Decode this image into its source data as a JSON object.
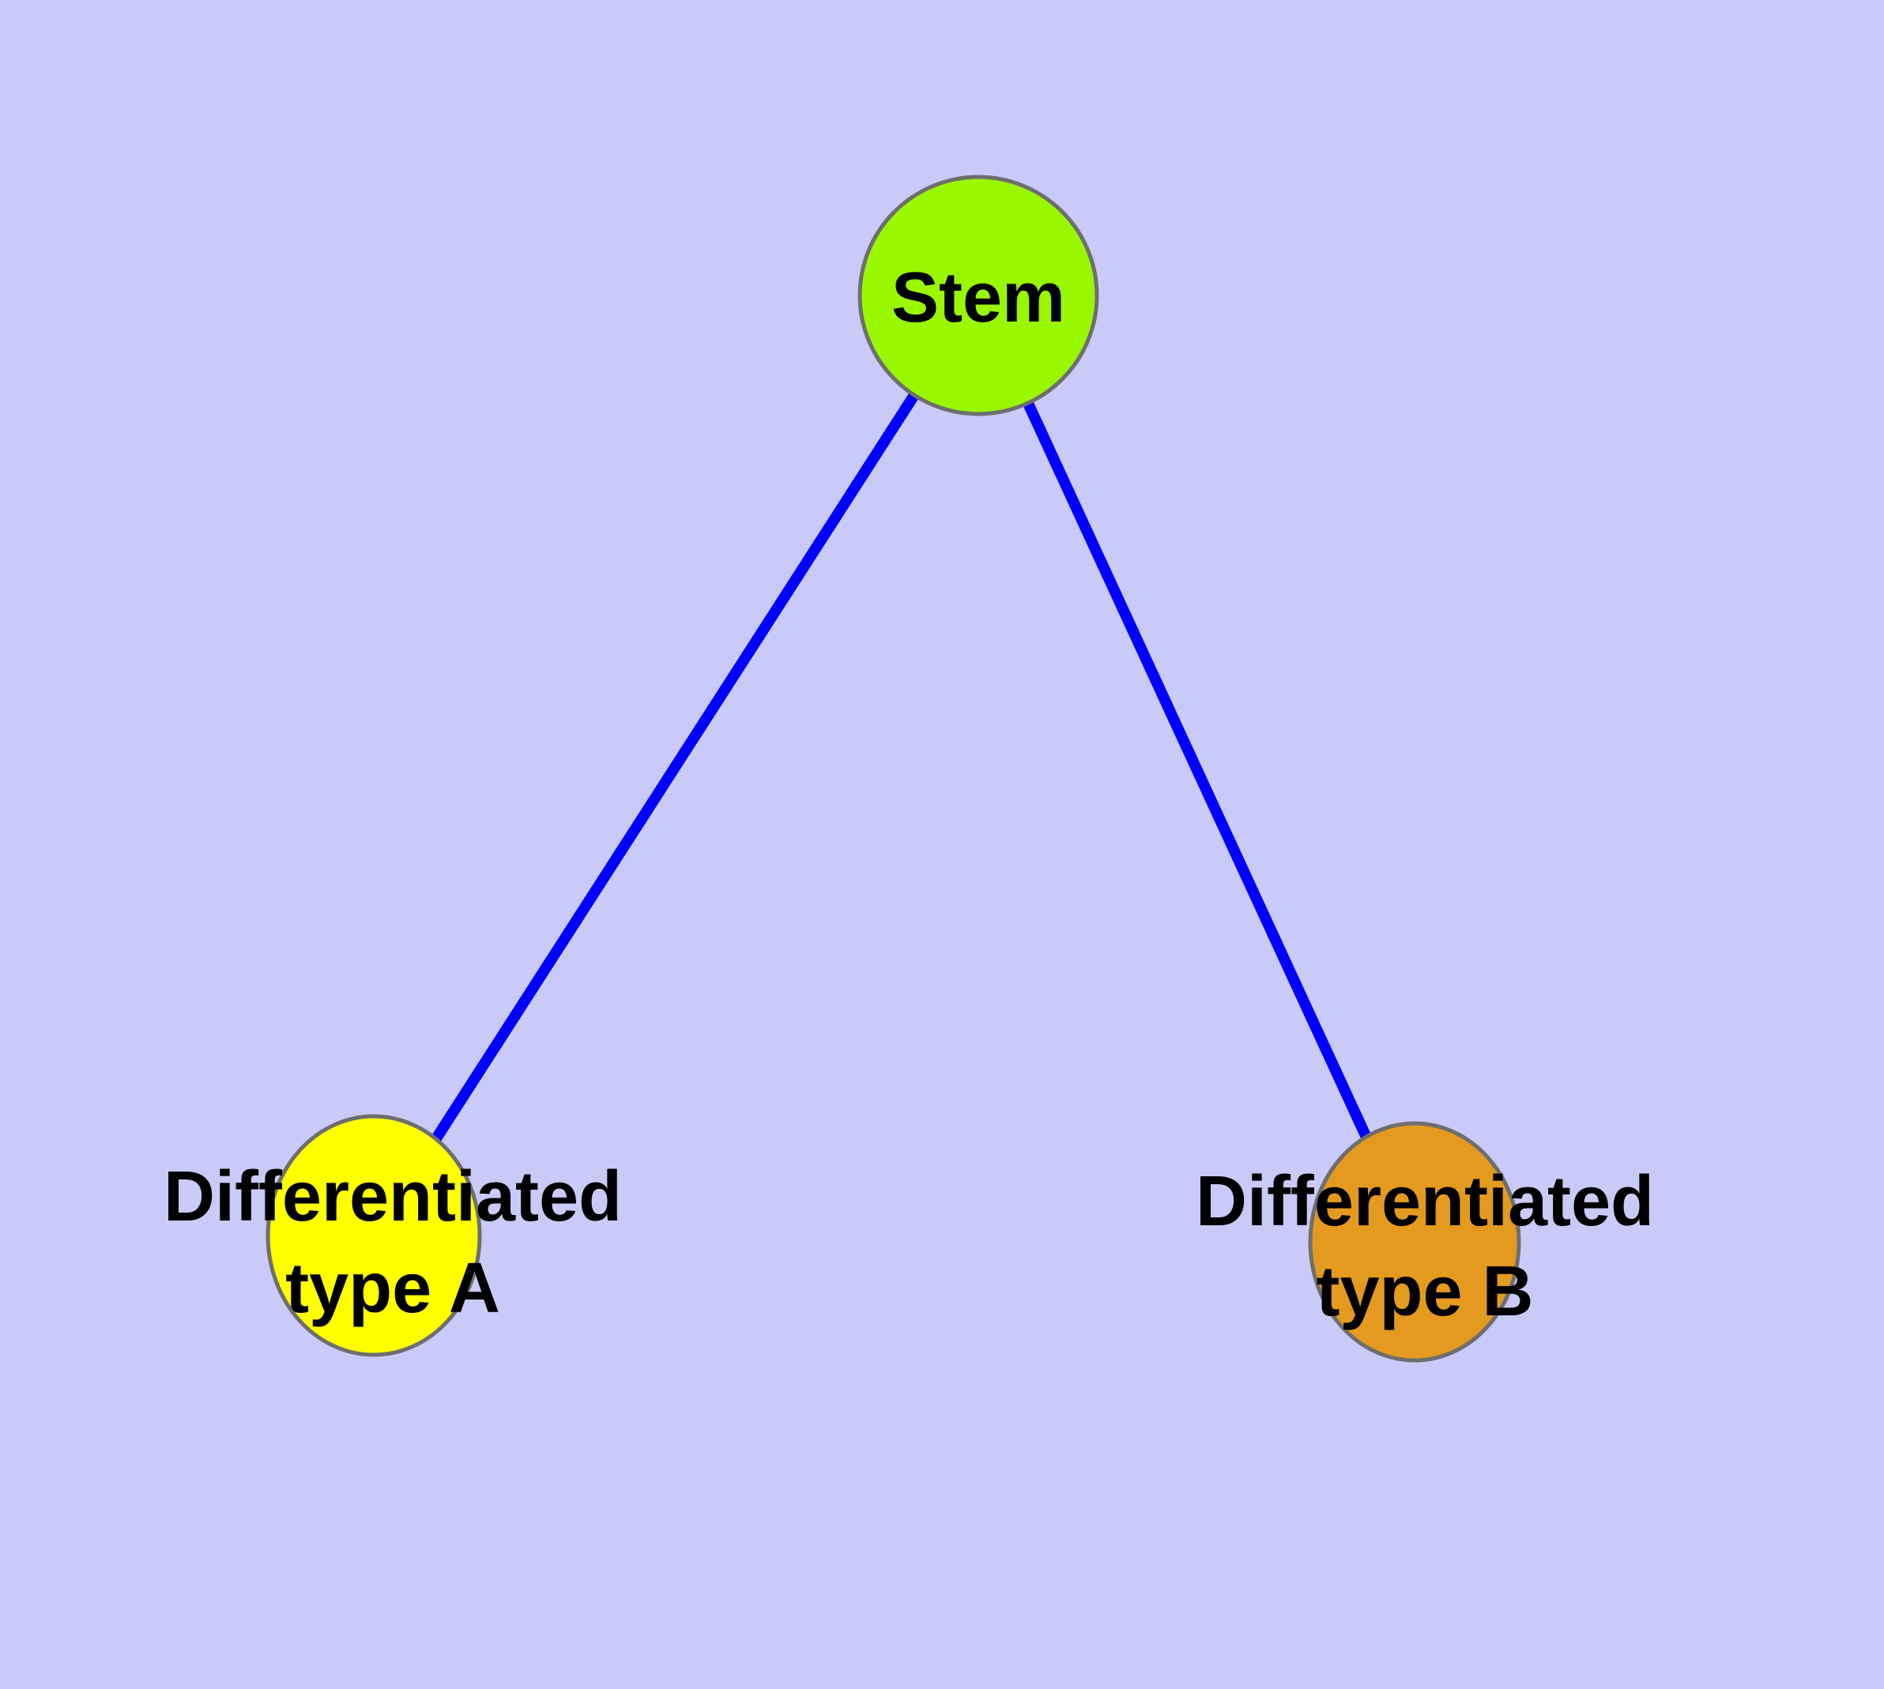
{
  "page": {
    "background_color": "#CACAF8"
  },
  "diagram": {
    "type": "graph",
    "description": "Cell differentiation graph: Stem node connected to two differentiated cell type nodes",
    "edge_color": "#0000FF",
    "node_border_color": "#6E6E6E",
    "label_color": "#000000",
    "nodes": [
      {
        "id": "stem",
        "label": "Stem",
        "fill_color": "#99F702"
      },
      {
        "id": "differentiated-type-a",
        "label": "Differentiated type A",
        "label_line1": "Differentiated",
        "label_line2": "type A",
        "fill_color": "#FFFF00"
      },
      {
        "id": "differentiated-type-b",
        "label": "Differentiated type B",
        "label_line1": "Differentiated",
        "label_line2": "type B",
        "fill_color": "#E49A1E"
      }
    ],
    "edges": [
      {
        "from": "Stem",
        "to": "Differentiated type A"
      },
      {
        "from": "Stem",
        "to": "Differentiated type B"
      }
    ]
  }
}
